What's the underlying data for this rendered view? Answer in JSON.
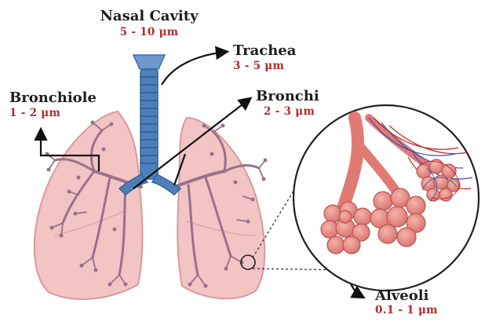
{
  "labels": {
    "nasal_cavity": {
      "name": "Nasal Cavity",
      "size": "5 - 10 μm"
    },
    "trachea": {
      "name": "Trachea",
      "size": "3 - 5 μm"
    },
    "bronchi": {
      "name": "Bronchi",
      "size": "2 - 3 μm"
    },
    "bronchiole": {
      "name": "Bronchiole",
      "size": "1 - 2 μm"
    },
    "alveoli": {
      "name": "Alveoli",
      "size": "0.1 - 1 μm"
    }
  },
  "colors": {
    "lung_fill": "#f2c4c4",
    "lung_edge": "#d89a9c",
    "bronchial_tree": "#9a7189",
    "trachea": "#4f7fb8",
    "size_text": "#b02a2a",
    "alveoli_fill": "#e88c86",
    "arrow": "#111111"
  }
}
